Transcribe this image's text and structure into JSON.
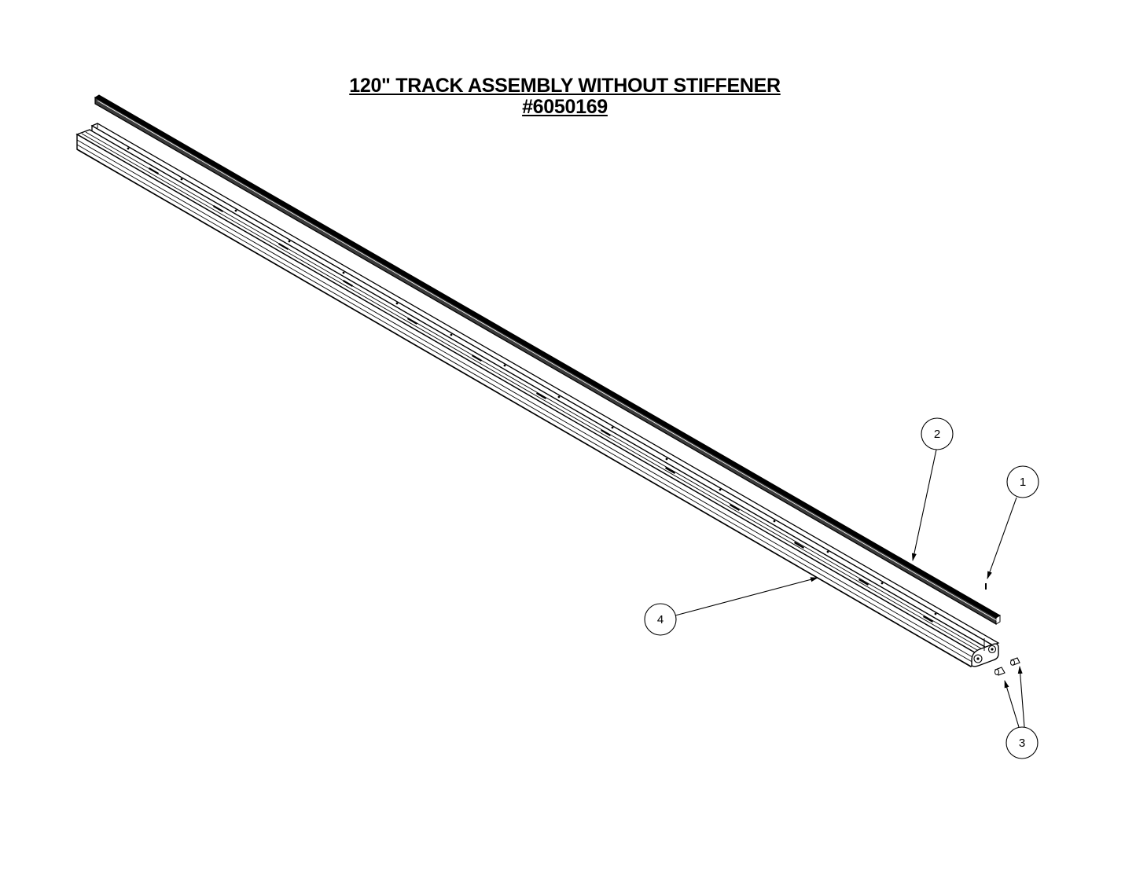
{
  "title": {
    "line1": "120\" TRACK ASSEMBLY WITHOUT STIFFENER",
    "line2": "#6050169"
  },
  "balloons": [
    {
      "id": "balloon-1",
      "label": "1",
      "part": "part 1"
    },
    {
      "id": "balloon-2",
      "label": "2",
      "part": "part 2"
    },
    {
      "id": "balloon-3",
      "label": "3",
      "part": "part 3"
    },
    {
      "id": "balloon-4",
      "label": "4",
      "part": "part 4"
    }
  ],
  "parts": [
    {
      "name": "drive-strip",
      "balloon": "2"
    },
    {
      "name": "track-rail",
      "balloon": "4"
    },
    {
      "name": "end-pin",
      "balloon": "1"
    },
    {
      "name": "end-plug",
      "balloon": "3"
    }
  ]
}
